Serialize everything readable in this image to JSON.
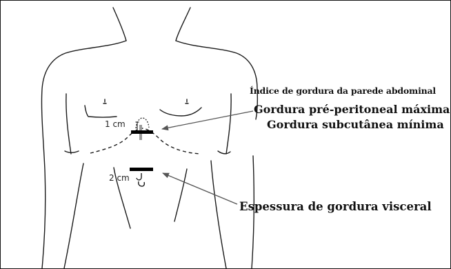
{
  "diagram": {
    "annotations": {
      "index_title": "Índice de gordura da parede abdominal",
      "preperitoneal": "Gordura pré-peritoneal máxima",
      "subcutaneous": "Gordura subcutânea mínima",
      "visceral": "Espessura de gordura visceral"
    },
    "measurements": {
      "upper_offset": "1 cm",
      "lower_offset": "2 cm"
    },
    "colors": {
      "outline": "#1a1a1a",
      "probe_marker": "#000000",
      "probe_shaft": "#9a9a9a",
      "arrow": "#555555"
    }
  }
}
